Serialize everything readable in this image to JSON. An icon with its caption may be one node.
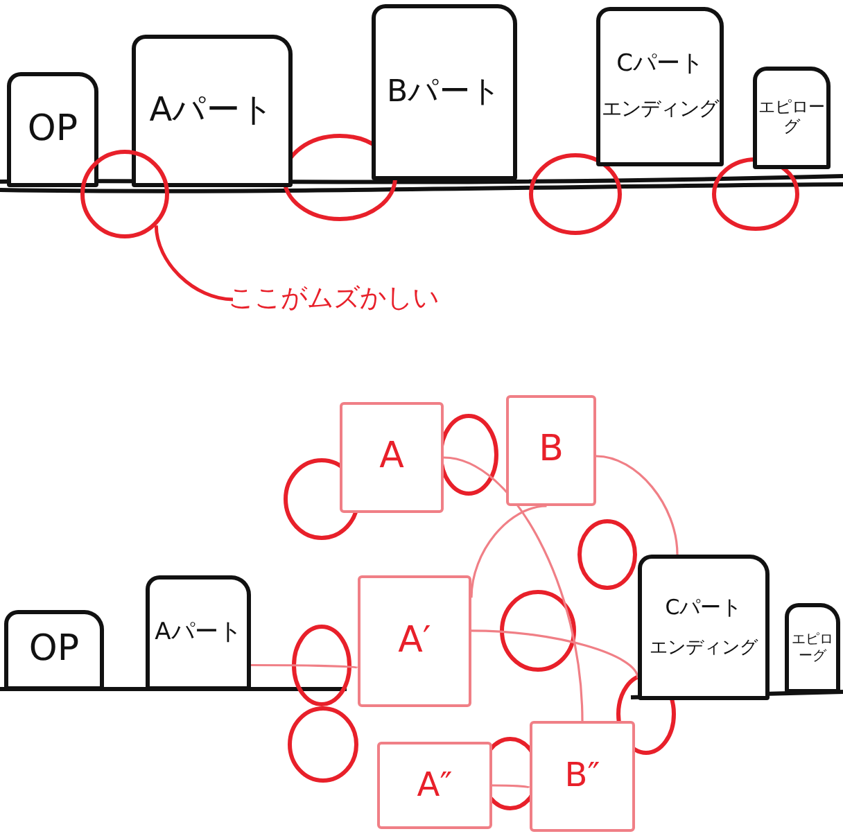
{
  "diagram": {
    "nodes": [
      {
        "text": [
          "OP"
        ]
      },
      {
        "text": [
          "Aパート"
        ]
      },
      {
        "text": [
          "Bパート"
        ]
      },
      {
        "text": [
          "Cパート",
          "エンディング"
        ]
      },
      {
        "text": [
          "エピローグ"
        ]
      },
      {
        "text": [
          "ここがムズかしい"
        ]
      },
      {
        "text": [],
        "shape": "circle"
      },
      {
        "text": [
          "OP"
        ]
      },
      {
        "text": [
          "Aパート"
        ]
      },
      {
        "text": [
          "A"
        ]
      },
      {
        "text": [
          "B"
        ]
      },
      {
        "text": [
          "A′"
        ]
      },
      {
        "text": [
          "A″"
        ]
      },
      {
        "text": [
          "B″"
        ]
      },
      {
        "text": [
          "Cパート",
          "エンディング"
        ]
      },
      {
        "text": [
          "エピローグ"
        ]
      }
    ],
    "edges": [
      {
        "from": 5,
        "to": 6,
        "arrow": "none",
        "color": "#e8202a"
      },
      {
        "from": 9,
        "to": 13,
        "arrow": "none"
      },
      {
        "from": 10,
        "to": 11,
        "arrow": "none"
      },
      {
        "from": 11,
        "to": 14,
        "arrow": "none"
      },
      {
        "from": 12,
        "to": 13,
        "arrow": "none"
      },
      {
        "from": 8,
        "to": 11,
        "arrow": "none"
      },
      {
        "from": 10,
        "to": 14,
        "arrow": "none"
      }
    ]
  }
}
